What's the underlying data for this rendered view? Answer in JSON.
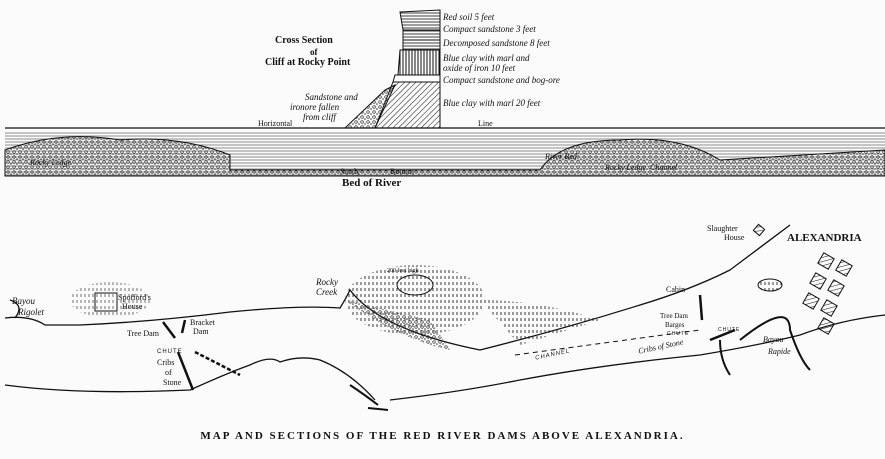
{
  "section": {
    "title": [
      "Cross Section",
      "of",
      "Cliff at Rocky Point"
    ],
    "strata": [
      "Red soil 5 feet",
      "Compact sandstone 3 feet",
      "Decomposed sandstone 8 feet",
      "Blue clay with marl and",
      "oxide of iron 10 feet",
      "Compact sandstone and bog-ore",
      "Blue clay with marl 20 feet"
    ],
    "fallen": [
      "Sandstone and",
      "ironore fallen",
      "from cliff"
    ],
    "horizontal": "Horizontal",
    "line": "Line",
    "rocky_ledge_left": "Rocky Ledge",
    "river_bed": "River Bed",
    "rocky_ledge_right": "Rocky Ledge",
    "channel": "Channel",
    "sandy": "Sandy",
    "bottom": "Bottom",
    "bed_of_river": "Bed of River"
  },
  "map": {
    "bayou_rigolet": [
      "Bayou",
      "Rigolet"
    ],
    "spoffords_house": [
      "Spofford's",
      "House"
    ],
    "tree_dam_left": "Tree Dam",
    "bracket_dam": [
      "Bracket",
      "Dam"
    ],
    "chute_left": "CHUTE",
    "cribs_left": [
      "Cribs",
      "of",
      "Stone"
    ],
    "rocky_creek": [
      "Rocky",
      "Creek"
    ],
    "hill_height": "200 feet high",
    "channel": "CHANNEL",
    "cabin": "Cabin",
    "slaughter_house": [
      "Slaughter",
      "House"
    ],
    "city": "ALEXANDRIA",
    "tree_dam_right": "Tree Dam",
    "barges": "Barges",
    "chute_right_1": "CHUTE",
    "chute_right_2": "CHUTE",
    "cribs_right": "Cribs of Stone",
    "bayou_rapide": [
      "Bayou",
      "Rapide"
    ]
  },
  "caption": "MAP AND SECTIONS OF THE RED RIVER DAMS ABOVE ALEXANDRIA."
}
